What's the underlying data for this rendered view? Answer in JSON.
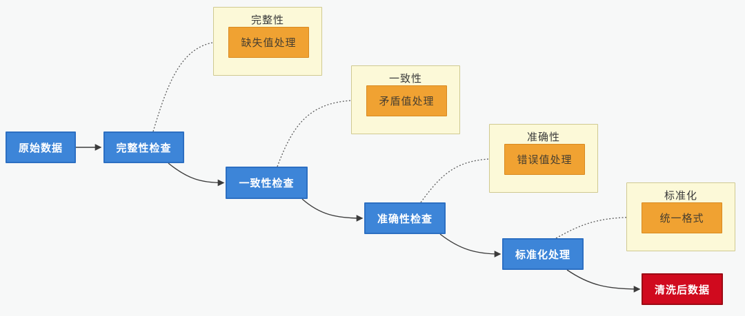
{
  "diagram": {
    "title_meaning": "data cleaning process flowchart",
    "nodes": {
      "raw_data": {
        "label": "原始数据"
      },
      "completeness_check": {
        "label": "完整性检查"
      },
      "consistency_check": {
        "label": "一致性检查"
      },
      "accuracy_check": {
        "label": "准确性检查"
      },
      "standardization_process": {
        "label": "标准化处理"
      },
      "cleaned_data": {
        "label": "清洗后数据"
      }
    },
    "groups": {
      "completeness": {
        "title": "完整性",
        "process": "缺失值处理"
      },
      "consistency": {
        "title": "一致性",
        "process": "矛盾值处理"
      },
      "accuracy": {
        "title": "准确性",
        "process": "错误值处理"
      },
      "standardization": {
        "title": "标准化",
        "process": "统一格式"
      }
    },
    "edges": [
      {
        "from": "raw_data",
        "to": "completeness_check",
        "style": "solid"
      },
      {
        "from": "completeness_check",
        "to": "缺失值处理",
        "style": "dashed"
      },
      {
        "from": "completeness_check",
        "to": "consistency_check",
        "style": "solid"
      },
      {
        "from": "consistency_check",
        "to": "矛盾值处理",
        "style": "dashed"
      },
      {
        "from": "consistency_check",
        "to": "accuracy_check",
        "style": "solid"
      },
      {
        "from": "accuracy_check",
        "to": "错误值处理",
        "style": "dashed"
      },
      {
        "from": "accuracy_check",
        "to": "standardization_process",
        "style": "solid"
      },
      {
        "from": "standardization_process",
        "to": "统一格式",
        "style": "dashed"
      },
      {
        "from": "standardization_process",
        "to": "cleaned_data",
        "style": "solid"
      }
    ],
    "colors": {
      "node_fill": "#3d85d8",
      "node_border": "#2c6fc2",
      "node_text": "#ffffff",
      "end_fill": "#d00a1e",
      "end_border": "#9b0a14",
      "group_fill": "#fcf9d8",
      "group_border": "#cfc990",
      "group_title_text": "#3a3a3a",
      "task_fill": "#f0a232",
      "task_border": "#d8891f",
      "task_text": "#463e30",
      "connector": "#3c3c3c",
      "connector_dashed": "#5a5a5a"
    }
  }
}
